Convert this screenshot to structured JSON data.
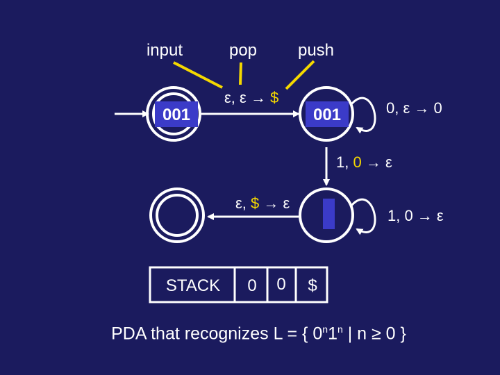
{
  "callouts": {
    "input": "input",
    "pop": "pop",
    "push": "push"
  },
  "colors": {
    "background": "#1b1b5e",
    "ink": "#ffffff",
    "highlight": "#f5d800",
    "tape": "#3b3bc8"
  },
  "states": {
    "q1": {
      "tape": "001"
    },
    "q2": {
      "tape": "001"
    },
    "q3": {
      "tape": ""
    }
  },
  "transitions": {
    "q1_q2": {
      "left": "ε, ε → ",
      "right": "$"
    },
    "q2_loop": {
      "text": "0, ε → 0"
    },
    "q2_q3": {
      "left": "1, ",
      "mid": "0",
      "right": " → ε"
    },
    "q3_loop": {
      "text": "1, 0 → ε"
    },
    "q3_q4": {
      "left": "ε, ",
      "mid": "$",
      "right": " → ε"
    }
  },
  "stack": {
    "label": "STACK",
    "cells": [
      "0",
      "0",
      "$"
    ]
  },
  "caption": {
    "prefix": "PDA that recognizes L = { 0",
    "exp1": "n",
    "middle": "1",
    "exp2": "n",
    "suffix": " | n ≥ 0 }"
  }
}
